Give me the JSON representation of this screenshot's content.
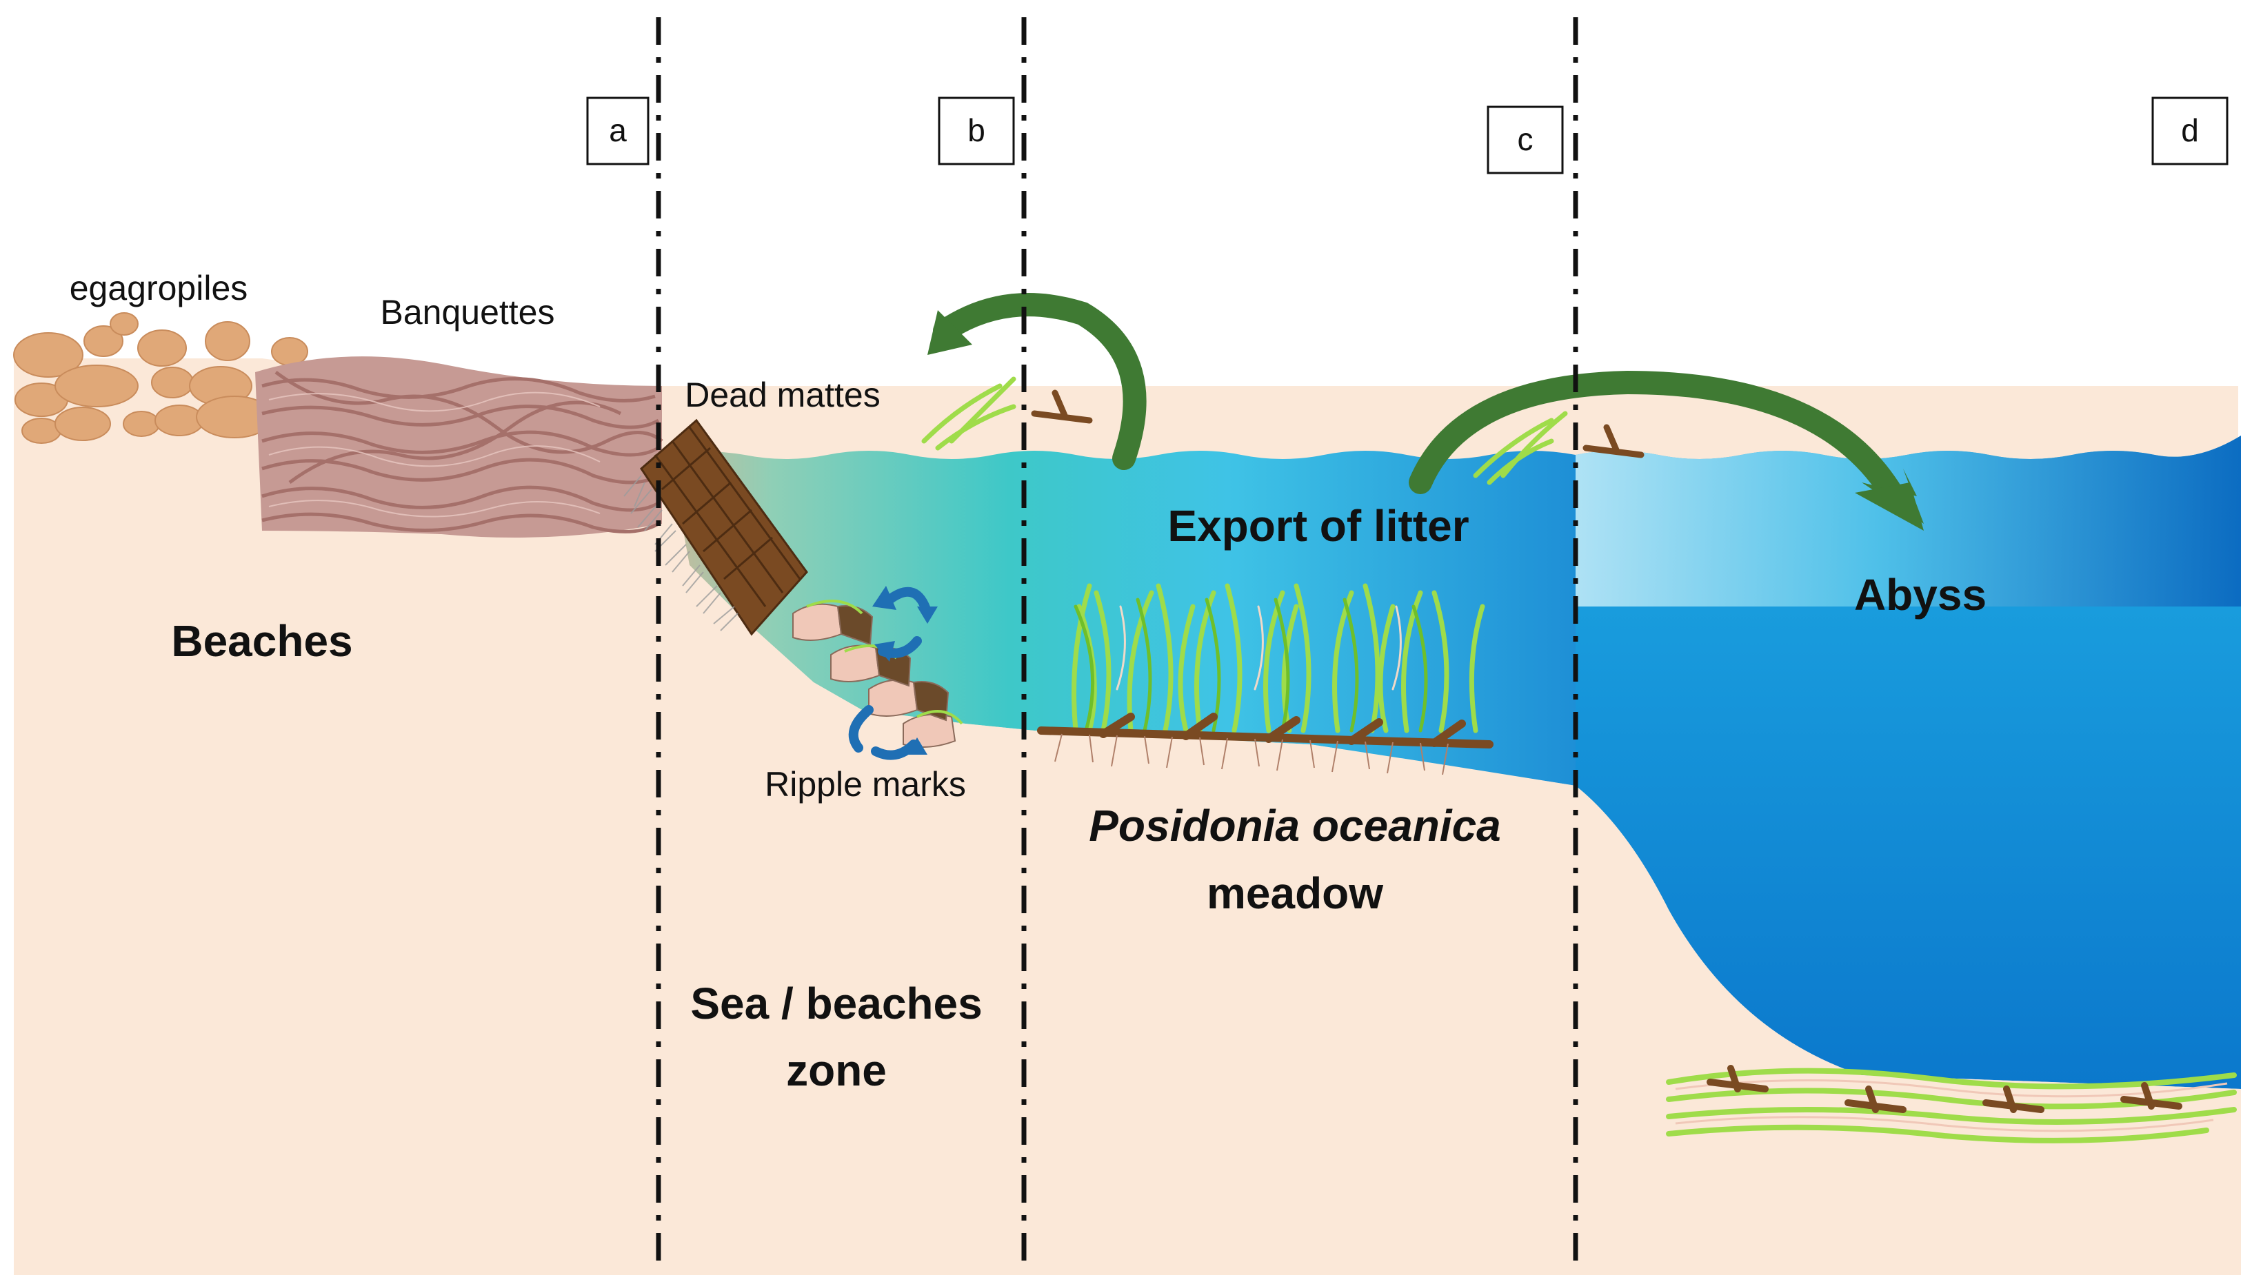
{
  "zones": [
    {
      "letter": "a"
    },
    {
      "letter": "b"
    },
    {
      "letter": "c"
    },
    {
      "letter": "d"
    }
  ],
  "labels": {
    "egagropiles": "egagropiles",
    "banquettes": "Banquettes",
    "dead_mattes": "Dead mattes",
    "beaches": "Beaches",
    "ripple_marks": "Ripple marks",
    "export_of_litter": "Export of litter",
    "abyss": "Abyss",
    "posidonia_line1": "Posidonia oceanica",
    "posidonia_line2": "meadow",
    "sea_beaches_line1": "Sea / beaches",
    "sea_beaches_line2": "zone"
  },
  "colors": {
    "sand": "#fbe8d8",
    "shallow_water": "#8fcfb6",
    "mid_water": "#3cc3dc",
    "deep_water": "#0a72c6",
    "arrow_green": "#3f7a33",
    "egagropile": "#e0a878",
    "banquette": "#c69a94",
    "matte": "#7a4a22",
    "leaf": "#9fdc4a",
    "rotation_arrow": "#1f6fb4"
  },
  "icons": [
    "export-arrow-icon",
    "abyss-arrow-icon",
    "rotation-arrow-icon",
    "leaf-litter-icon",
    "rhizome-icon"
  ]
}
